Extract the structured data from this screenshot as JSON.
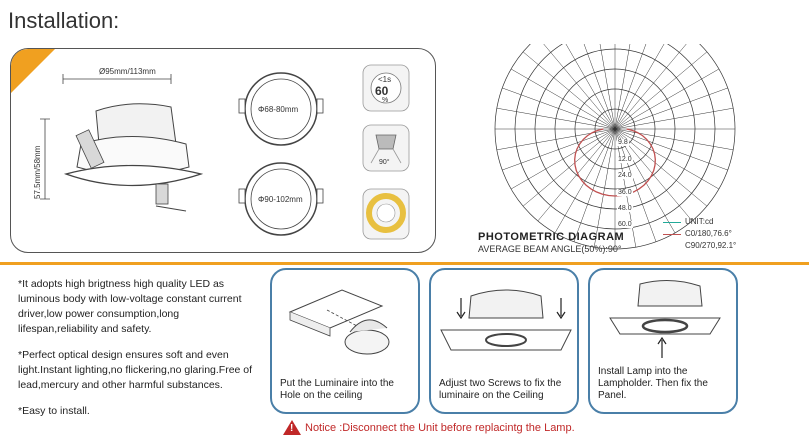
{
  "title": "Installation:",
  "dimensions": {
    "diameter_label": "Ø95mm/113mm",
    "height_label": "57.5mm/58mm",
    "cutout_small": "Φ68-80mm",
    "cutout_large": "Φ90-102mm"
  },
  "badges": {
    "timer_top": "<1s",
    "timer_value": "60",
    "timer_unit": "%",
    "beam_angle": "90°"
  },
  "photometric": {
    "title": "PHOTOMETRIC DIAGRAM",
    "subtitle": "AVERAGE BEAM ANGLE(50%):90°",
    "rings": [
      "9.8",
      "12.0",
      "24.0",
      "36.0",
      "48.0",
      "60.0"
    ],
    "legend": {
      "unit": "UNIT:cd",
      "c0": "C0/180,76.6°",
      "c90": "C90/270,92.1°"
    },
    "colors": {
      "curve": "#c05050",
      "grid": "#333333",
      "unit_line": "#22aa99"
    }
  },
  "features": [
    "*It adopts high brigtness high quality LED as luminous body with low-voltage constant current driver,low power consumption,long lifespan,reliability and safety.",
    "*Perfect optical design ensures soft and even light.Instant lighting,no flickering,no glaring.Free of lead,mercury and other harmful substances.",
    "*Easy to install."
  ],
  "steps": [
    {
      "text": "Put the Luminaire into the Hole on the ceiling"
    },
    {
      "text": "Adjust two Screws to fix the luminaire on the Ceiling"
    },
    {
      "text": "Install Lamp into the Lampholder. Then fix the Panel."
    }
  ],
  "notice": "Notice :Disconnect the Unit before replacintg the Lamp.",
  "accent": "#f0a020",
  "step_border": "#4a7fa8"
}
